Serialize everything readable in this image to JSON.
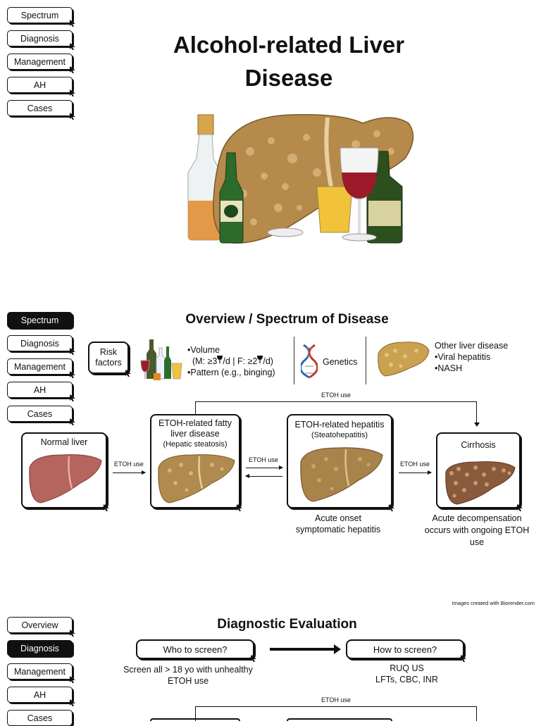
{
  "slide1": {
    "nav": [
      "Spectrum",
      "Diagnosis",
      "Management",
      "AH",
      "Cases"
    ],
    "title_line1": "Alcohol-related Liver",
    "title_line2": "Disease"
  },
  "slide2": {
    "nav": [
      "Spectrum",
      "Diagnosis",
      "Management",
      "AH",
      "Cases"
    ],
    "active_index": 0,
    "title": "Overview / Spectrum of Disease",
    "risk_factors_line1": "Risk",
    "risk_factors_line2": "factors",
    "volume_label": "Volume",
    "volume_detail_m": "(M: ≥3",
    "volume_detail_mid": "/d | F: ≥2",
    "volume_detail_end": "/d)",
    "pattern_label": "Pattern (e.g., binging)",
    "genetics_label": "Genetics",
    "other_title": "Other liver disease",
    "other_items": [
      "Viral hepatitis",
      "NASH"
    ],
    "etoh_use": "ETOH use",
    "normal_liver": "Normal liver",
    "fatty_line1": "ETOH-related fatty",
    "fatty_line2": "liver disease",
    "fatty_sub": "(Hepatic steatosis)",
    "hepatitis_title": "ETOH-related hepatitis",
    "hepatitis_sub": "(Steatohepatitis)",
    "cirrhosis": "Cirrhosis",
    "hepatitis_note_line1": "Acute onset",
    "hepatitis_note_line2": "symptomatic hepatitis",
    "cirrhosis_note_line1": "Acute decompensation",
    "cirrhosis_note_line2": "occurs with ongoing ETOH",
    "cirrhosis_note_line3": "use",
    "credit": "Images created with Biorender.com"
  },
  "slide3": {
    "nav": [
      "Overview",
      "Diagnosis",
      "Management",
      "AH",
      "Cases"
    ],
    "active_index": 1,
    "title": "Diagnostic Evaluation",
    "who_label": "Who to screen?",
    "how_label": "How to screen?",
    "who_note_line1": "Screen all > 18 yo with unhealthy",
    "who_note_line2": "ETOH use",
    "how_note_line1": "RUQ US",
    "how_note_line2": "LFTs, CBC, INR",
    "etoh_use": "ETOH use"
  },
  "colors": {
    "liver_fatty": "#b08a4e",
    "liver_normal": "#b5655e",
    "liver_cirrhosis": "#8a5a3c",
    "wine": "#9b1b2a",
    "bottle_green": "#2d6b2a"
  }
}
